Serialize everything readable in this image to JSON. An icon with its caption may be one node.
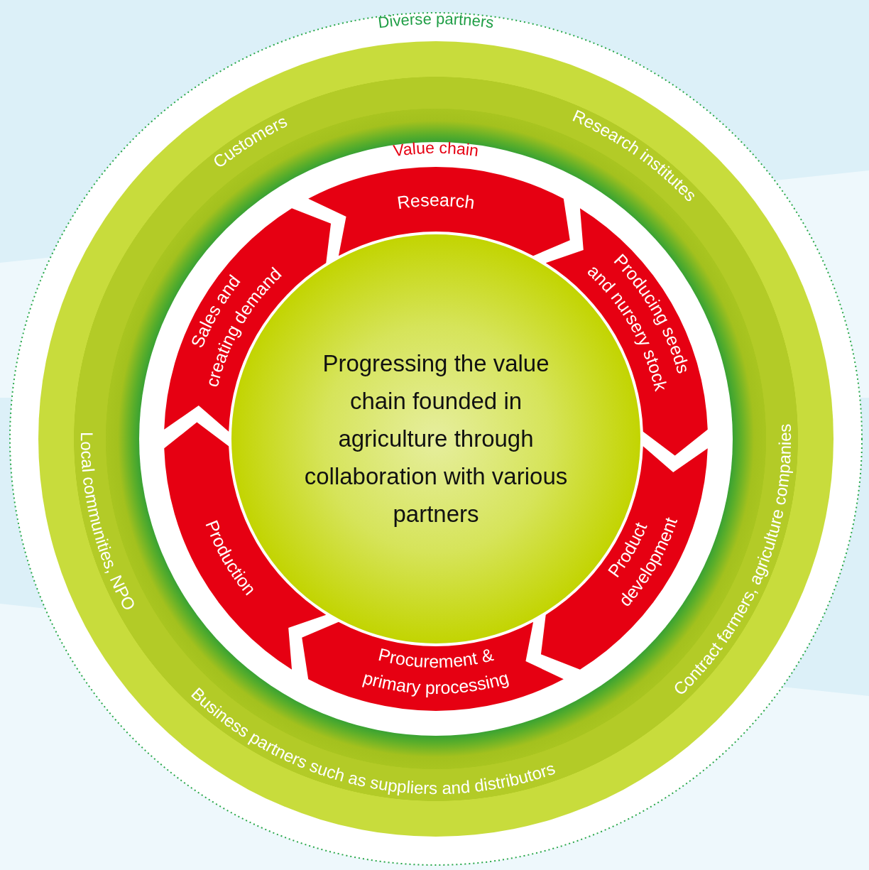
{
  "diagram": {
    "nodes": [
      {
        "text": [
          "Diverse partners"
        ]
      },
      {
        "text": [
          "Value chain"
        ],
        "in": 0
      },
      {
        "text": [
          "Research"
        ],
        "in": 1
      },
      {
        "text": [
          "Producing seeds and nursery stock"
        ],
        "in": 1
      },
      {
        "text": [
          "Product development"
        ],
        "in": 1
      },
      {
        "text": [
          "Procurement & primary processing"
        ],
        "in": 1
      },
      {
        "text": [
          "Production"
        ],
        "in": 1
      },
      {
        "text": [
          "Sales and creating demand"
        ],
        "in": 1
      },
      {
        "text": [
          "Progressing the value chain founded in agriculture through collaboration with various partners"
        ],
        "in": 1
      }
    ],
    "labels": [
      "Customers",
      "Research institutes",
      "Local communities, NPO",
      "Contract farmers, agriculture companies",
      "Business partners such as suppliers and distributors"
    ]
  }
}
